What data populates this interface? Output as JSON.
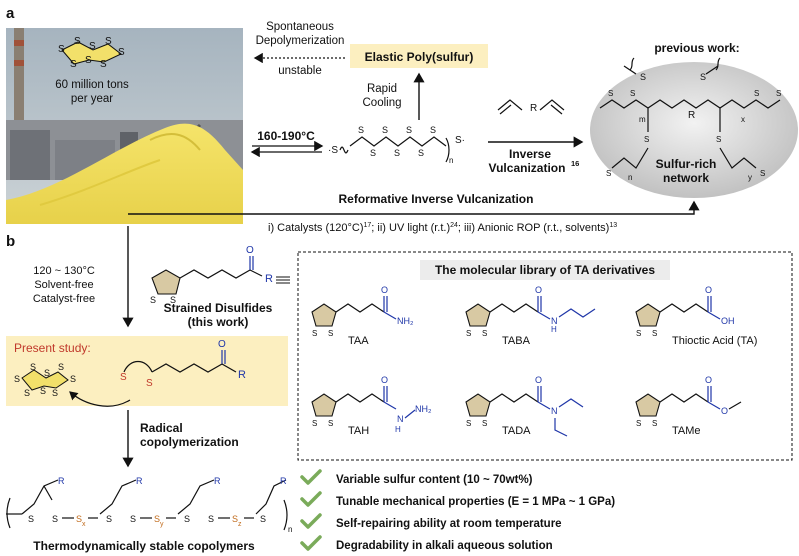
{
  "panel_a": {
    "label": "a",
    "sulfur_amount": "60 million tons",
    "sulfur_amount_line2": "per year",
    "s8_atoms": [
      "S",
      "S",
      "S",
      "S",
      "S",
      "S",
      "S",
      "S"
    ],
    "spontaneous_line1": "Spontaneous",
    "spontaneous_line2": "Depolymerization",
    "unstable": "unstable",
    "elastic_polysulfur": "Elastic Poly(sulfur)",
    "rapid_line1": "Rapid",
    "rapid_line2": "Cooling",
    "temperature": "160-190°C",
    "chain_label": "n",
    "inverse_line1": "Inverse",
    "inverse_line2": "Vulcanization",
    "inverse_ref": "16",
    "previous_work": "previous work:",
    "network_line1": "Sulfur-rich",
    "network_line2": "network",
    "network_subs": [
      "m",
      "n",
      "x",
      "y"
    ],
    "crosslinker_r": "R",
    "reformative": "Reformative Inverse Vulcanization",
    "conditions": "i) Catalysts (120°C)",
    "conditions_ref1": "17",
    "conditions_mid": "; ii) UV light (r.t.)",
    "conditions_ref2": "24",
    "conditions_end": "; iii) Anionic ROP (r.t., solvents)",
    "conditions_ref3": "13"
  },
  "panel_b": {
    "label": "b",
    "temp": "120 ~ 130°C",
    "solvent": "Solvent-free",
    "catalyst": "Catalyst-free",
    "strained_line1": "Strained Disulfides",
    "strained_line2": "(this work)",
    "carbonyl_o": "O",
    "r_group": "R",
    "present_study": "Present study:",
    "radical_line1": "Radical",
    "radical_line2": "copolymerization",
    "copolymer_label": "Thermodynamically stable copolymers",
    "copolymer_subs": [
      "x",
      "y",
      "z"
    ],
    "library_title": "The molecular library of TA derivatives",
    "derivatives": [
      {
        "name": "TAA",
        "tail": "NH2"
      },
      {
        "name": "TABA",
        "tail": "N-butyl"
      },
      {
        "name": "Thioctic Acid (TA)",
        "tail": "OH"
      },
      {
        "name": "TAH",
        "tail": "NH-NH2"
      },
      {
        "name": "TADA",
        "tail": "N-diethyl"
      },
      {
        "name": "TAMe",
        "tail": "O-methyl"
      }
    ],
    "features": [
      "Variable sulfur content (10 ~ 70wt%)",
      "Tunable mechanical properties (E = 1 MPa ~ 1 GPa)",
      "Self-repairing ability at room temperature",
      "Degradability in alkali aqueous solution"
    ]
  },
  "colors": {
    "sulfur_yellow": "#f2e06a",
    "label_box": "#fcefc0",
    "ring_fill": "#d8c9a3",
    "check_green": "#7aab5a",
    "blue": "#1f36a8",
    "orange": "#c06a1a"
  }
}
